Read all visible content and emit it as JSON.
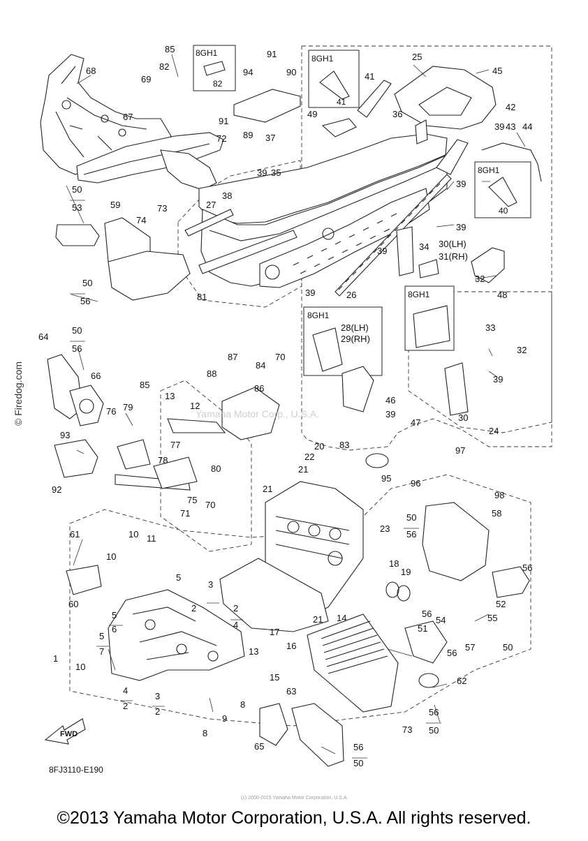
{
  "diagram": {
    "doc_code": "8FJ3110-E190",
    "fwd_label": "FWD",
    "watermark_center": "Yamaha Motor Corp., U.S.A.",
    "watermark_left": "© Firedog.com",
    "small_credit": "(c) 2000-2015 Yamaha Motor Corporation, U.S.A.",
    "footer": "©2013 Yamaha Motor Corporation, U.S.A. All rights reserved.",
    "insets": [
      {
        "code": "8GH1",
        "part": "82"
      },
      {
        "code": "8GH1",
        "part": "41"
      },
      {
        "code": "8GH1",
        "part": "40"
      },
      {
        "code": "8GH1",
        "part_lh": "28(LH)",
        "part_rh": "29(RH)"
      },
      {
        "code": "8GH1"
      }
    ],
    "callouts": [
      "68",
      "85",
      "82",
      "69",
      "91",
      "94",
      "90",
      "41",
      "25",
      "45",
      "49",
      "36",
      "42",
      "43",
      "44",
      "67",
      "91",
      "89",
      "37",
      "72",
      "39",
      "35",
      "39",
      "39",
      "50",
      "53",
      "59",
      "74",
      "73",
      "27",
      "38",
      "39",
      "30(LH)",
      "31(RH)",
      "34",
      "50",
      "56",
      "81",
      "39",
      "26",
      "39",
      "32",
      "48",
      "33",
      "32",
      "39",
      "28(LH)",
      "29(RH)",
      "84",
      "70",
      "50",
      "56",
      "64",
      "66",
      "87",
      "88",
      "86",
      "85",
      "13",
      "12",
      "76",
      "79",
      "46",
      "39",
      "47",
      "30",
      "24",
      "93",
      "77",
      "20",
      "83",
      "22",
      "21",
      "95",
      "92",
      "78",
      "80",
      "75",
      "21",
      "97",
      "96",
      "98",
      "70",
      "71",
      "23",
      "50",
      "56",
      "58",
      "61",
      "10",
      "11",
      "10",
      "56",
      "5",
      "18",
      "19",
      "60",
      "2",
      "3",
      "5",
      "6",
      "5",
      "7",
      "2",
      "4",
      "21",
      "14",
      "56",
      "54",
      "51",
      "55",
      "52",
      "1",
      "17",
      "16",
      "13",
      "56",
      "57",
      "50",
      "10",
      "15",
      "62",
      "4",
      "2",
      "3",
      "2",
      "9",
      "8",
      "8",
      "63",
      "65",
      "73",
      "56",
      "50",
      "56",
      "50"
    ]
  }
}
